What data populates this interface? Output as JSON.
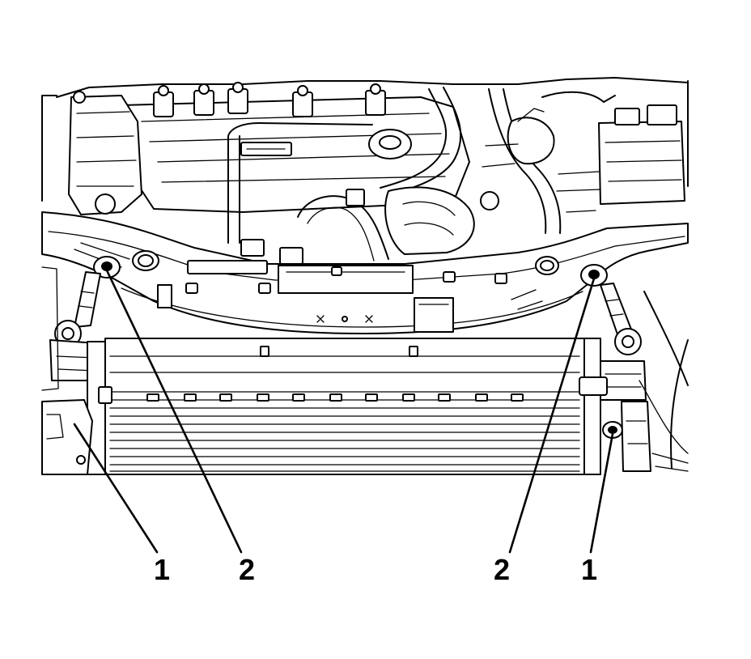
{
  "callouts": [
    {
      "id": "left-1",
      "label": "1"
    },
    {
      "id": "left-2",
      "label": "2"
    },
    {
      "id": "right-2",
      "label": "2"
    },
    {
      "id": "right-1",
      "label": "1"
    }
  ]
}
